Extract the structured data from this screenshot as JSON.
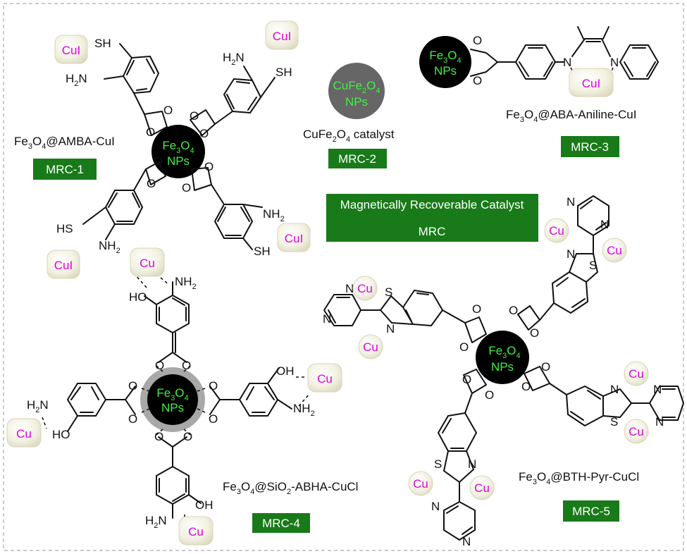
{
  "center_box": {
    "line1": "Magnetically Recoverable Catalyst",
    "line2": "MRC"
  },
  "labels": {
    "mrc1": "MRC-1",
    "mrc2": "MRC-2",
    "mrc3": "MRC-3",
    "mrc4": "MRC-4",
    "mrc5": "MRC-5"
  },
  "captions": {
    "mrc1": {
      "pre": "Fe",
      "s1": "3",
      "mid": "O",
      "s2": "4",
      "post": "@AMBA-CuI"
    },
    "mrc2": {
      "pre": "CuFe",
      "s1": "2",
      "mid": "O",
      "s2": "4",
      "post": " catalyst"
    },
    "mrc3": {
      "pre": "Fe",
      "s1": "3",
      "mid": "O",
      "s2": "4",
      "post": "@ABA-Aniline-CuI"
    },
    "mrc4": {
      "pre": "Fe",
      "s1": "3",
      "mid": "O",
      "s2": "4",
      "mid2": "@SiO",
      "s3": "2",
      "post": "-ABHA-CuCl"
    },
    "mrc5": {
      "pre": "Fe",
      "s1": "3",
      "mid": "O",
      "s2": "4",
      "post": "@BTH-Pyr-CuCl"
    }
  },
  "nanoparticle": {
    "fe3o4": {
      "pre": "Fe",
      "s1": "3",
      "mid": "O",
      "s2": "4",
      "line2": "NPs"
    },
    "cufe2o4": {
      "pre": "CuFe",
      "s1": "2",
      "mid": "O",
      "s2": "4",
      "line2": "NPs"
    }
  },
  "metals": {
    "cui": "CuI",
    "cu": "Cu"
  },
  "atoms": {
    "sh": "SH",
    "hs": "HS",
    "nh2_n": "NH",
    "nh2_h": "2",
    "h2n": "H",
    "h2n_2": "2",
    "h2n_3": "N",
    "o": "O",
    "n": "N",
    "s": "S",
    "ho": "HO",
    "oh": "OH"
  },
  "colors": {
    "green_box": "#197a19",
    "np_core": "#000000",
    "np_text": "#44ee44",
    "cufe_core": "#666666",
    "silica_shell": "#a8a8a8",
    "metal_text": "#e000e0",
    "metal_pad": "#f0efdd"
  }
}
